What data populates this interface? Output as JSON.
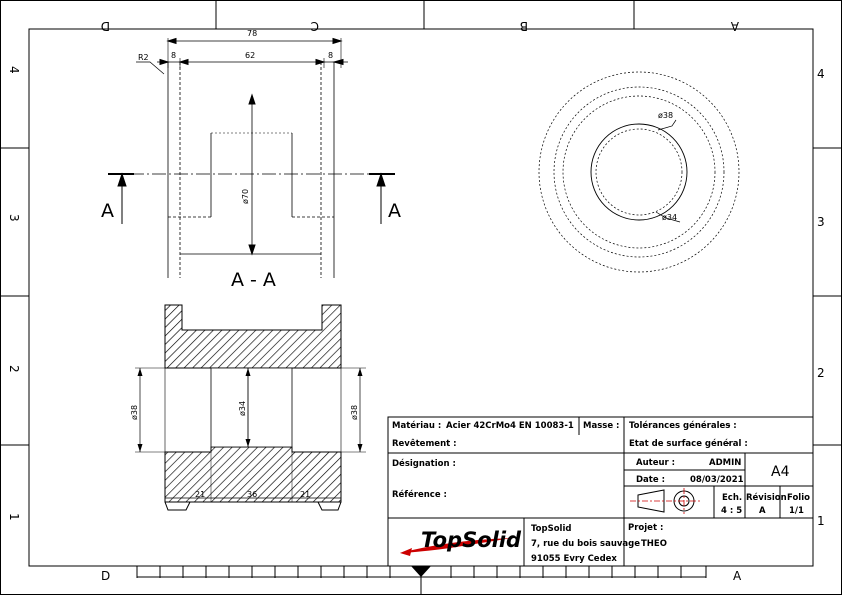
{
  "sheet": {
    "format": "A4",
    "zones_top": [
      "D",
      "C",
      "B",
      "A"
    ],
    "zones_bottom": [
      "D",
      "A"
    ],
    "rows": [
      "4",
      "3",
      "2",
      "1"
    ]
  },
  "views": {
    "section_label": "A - A",
    "cut_mark_left": "A",
    "cut_mark_right": "A",
    "dims": {
      "overall_length": "78",
      "inner_length": "62",
      "shoulder_left": "8",
      "shoulder_right": "8",
      "radius": "R2",
      "dia_70": "ø70",
      "dia_38_a": "ø38",
      "dia_34_a": "ø34",
      "dia_38_b": "ø38",
      "dia_34_b": "ø34",
      "dia_38_c": "ø38",
      "len_21_a": "21",
      "len_36": "36",
      "len_21_b": "21"
    }
  },
  "title_block": {
    "material_label": "Matériau :",
    "material_value": "Acier 42CrMo4 EN 10083-1",
    "mass_label": "Masse :",
    "coating_label": "Revêtement :",
    "tolerances_label": "Tolérances générales :",
    "tolerances_value": "-",
    "surface_label": "Etat de surface général :",
    "surface_value": "-",
    "designation_label": "Désignation :",
    "reference_label": "Référence :",
    "author_label": "Auteur :",
    "author_value": "ADMIN",
    "date_label": "Date :",
    "date_value": "08/03/2021",
    "format_value": "A4",
    "scale_label": "Ech.",
    "scale_value": "4 : 5",
    "revision_label": "Révision",
    "revision_value": "A",
    "folio_label": "Folio",
    "folio_value": "1/1",
    "project_label": "Projet :",
    "project_value": "THEO",
    "company_name": "TopSolid",
    "company_address1": "7, rue du bois sauvage",
    "company_address2": "91055 Evry Cedex",
    "logo_text": "TopSolid"
  }
}
